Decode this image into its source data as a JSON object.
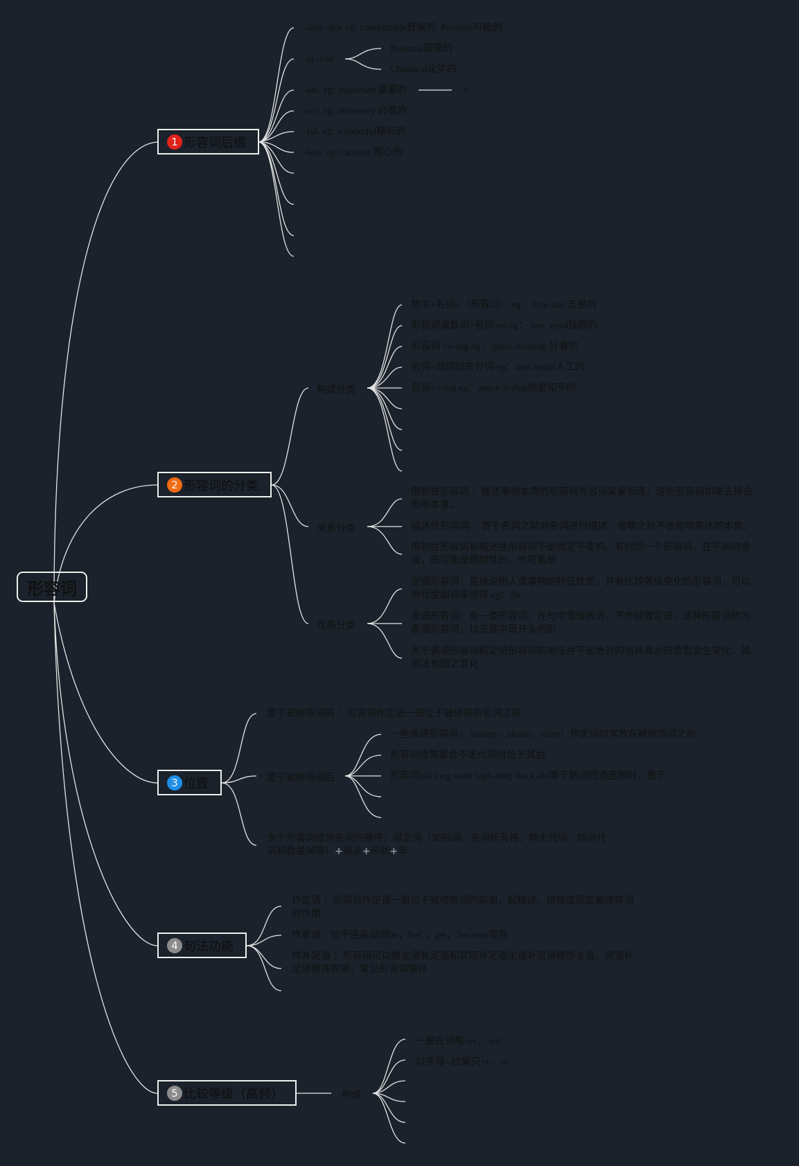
{
  "root": {
    "label": "形容词"
  },
  "branches": [
    {
      "num": "1",
      "color": "#e2231a",
      "label": "形容词后缀"
    },
    {
      "num": "2",
      "color": "#f06b12",
      "label": "形容词的分类"
    },
    {
      "num": "3",
      "color": "#1f8fe6",
      "label": "位置"
    },
    {
      "num": "4",
      "color": "#8c8c8c",
      "label": "句法功能"
    },
    {
      "num": "5",
      "color": "#8c8c8c",
      "label": "比较等级（高频）"
    }
  ],
  "suffix": {
    "able": "-able -ible eg: comfortable舒服的. Possible可能的",
    "al": "-al -ical",
    "al_children": [
      "National国家的",
      "Chemical化学的"
    ],
    "ant": "-ant. eg: important 重要的",
    "ant_child": "a",
    "ary": "-ary. eg: necessary 必要的",
    "ful": "-ful. eg: wonderful精彩的",
    "less": "-less. eg: careless 粗心的"
  },
  "classification": {
    "formation": {
      "label": "构成分类",
      "items": [
        "数字+名词+（形容词） eg ：five-star 五星的",
        "形容词或数词+名词-ed eg： one- eyed独眼的",
        "形容词 +v-ing eg ：good -looking 好看的",
        "名词+动词过去分词 eg：man made人工的",
        "名词+v-ing eg：peace-loving热爱和平的"
      ]
    },
    "relation": {
      "label": "关系分类",
      "items": [
        "限制性形容词 ：描述事物本质的形容词与名词紧紧相连。这些形容词如果去掉会影响本意。",
        "描述性形容词 ：置于名词之前对名词进行描述，省略之后不会影响表达的本意。",
        "限制性形容词和描述性形容词不是固定不变的。有时同一个形容词，在不同的语境，既可能是限制性的，也可能是"
      ]
    },
    "nature": {
      "label": "性质分类",
      "items": [
        "定语形容词：直接说明人或事物的特征性质，并有比较等级变化的形容词，可以用程度副词来修饰 eg：Zh",
        "表语形容词：有一类形容词，在句中常做表语，不作前置定语，这种形容词称为表语形容词，以元音字母开头的形",
        "关于表语形容词和定语形容词的用法并不是绝对的当其表示的意思发生变化，其用法也随之变化"
      ]
    }
  },
  "position": {
    "before": "置于被修饰词前 ：形容词作定语一般位于被修饰的名词之前",
    "after": {
      "label": "置于被修饰词后",
      "items": [
        "一些表语形容词，（asleep，afraid， alive）作定语时常放在被修饰词之后",
        "形容词修饰复合不定代词时位于其后",
        "形容词tall long wide high deep thick old等于数词短语连用时，置于"
      ]
    },
    "order_line1": "多个形容词修饰名词的顺序：限定词（如冠词、名词所有格、物主代词、指示代",
    "order_line2a": "词和数量词等）",
    "order_line2b": "观点",
    "order_line2c": "形状",
    "order_line2d": "年",
    "plus": "+"
  },
  "syntax": {
    "attributive": "作定语 ：形容词作定语一般位于被修饰词的前面，起描述、修饰或限定被修饰词的作用",
    "predicative": "作表语：位于连系动词be，feel ，get， become等后",
    "complement": "作补足语 ：形容词可以做主语补足语和宾雨补足语主语补足语修饰主语，宾语补足语修饰宾语，常见形容词做补"
  },
  "comparison": {
    "label": "构成",
    "items": [
      "一般在词尾+er，-est",
      "以字母--结尾只+r，-st"
    ]
  }
}
